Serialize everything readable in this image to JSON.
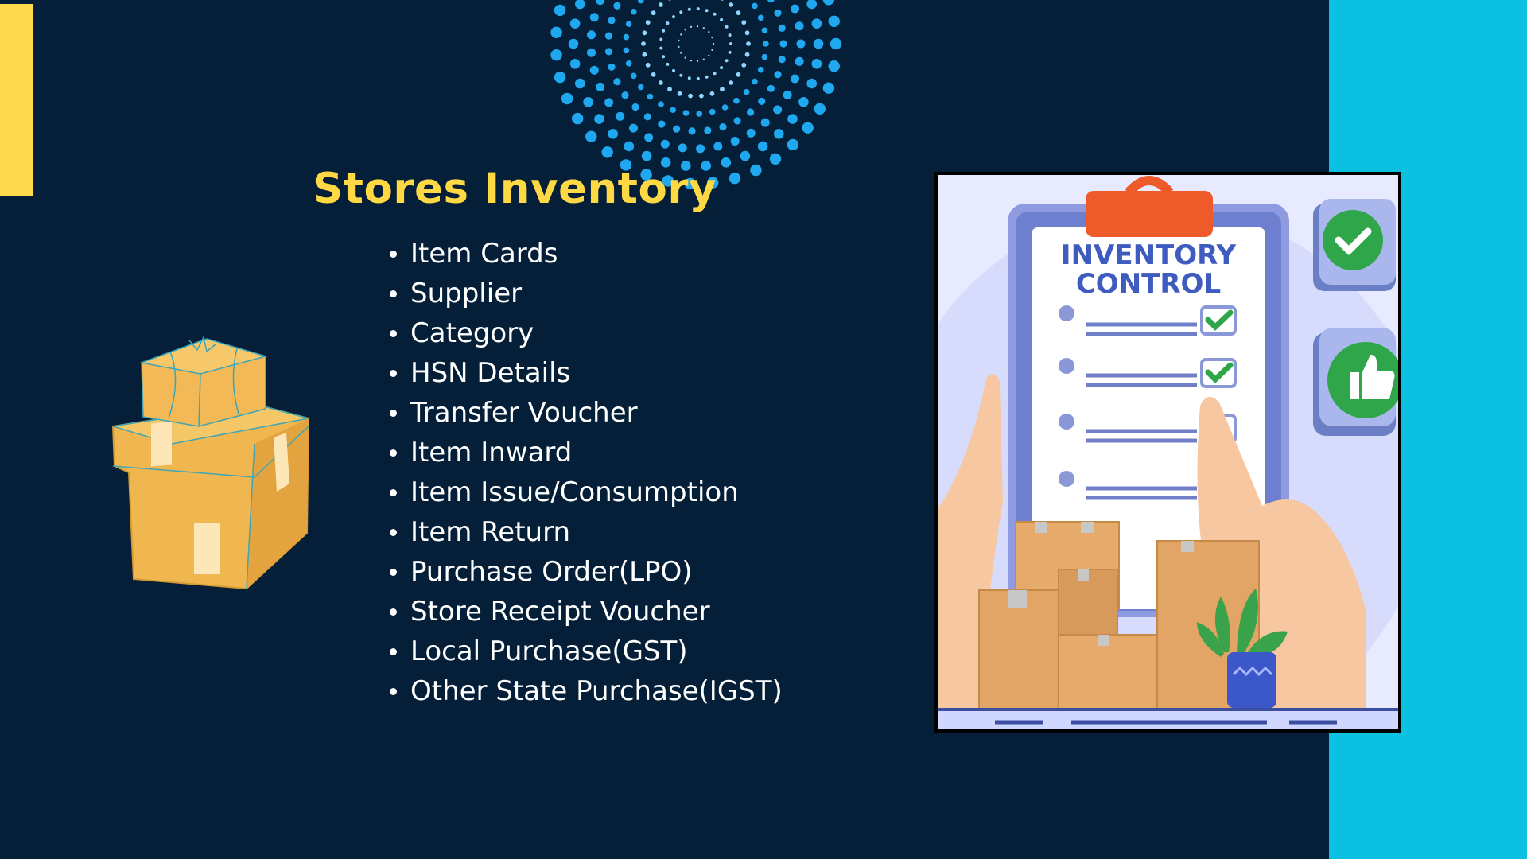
{
  "slide": {
    "title": "Stores Inventory",
    "items": [
      "Item Cards",
      "Supplier",
      "Category",
      "HSN Details",
      "Transfer Voucher",
      "Item Inward",
      "Item Issue/Consumption",
      "Item Return",
      "Purchase Order(LPO)",
      "Store Receipt Voucher",
      "Local Purchase(GST)",
      "Other State Purchase(IGST)"
    ],
    "image": {
      "line1": "INVENTORY",
      "line2": "CONTROL"
    }
  },
  "colors": {
    "background": "#041f37",
    "accent_yellow": "#ffd943",
    "accent_cyan": "#0bc0e0",
    "box_orange": "#f0b650"
  }
}
